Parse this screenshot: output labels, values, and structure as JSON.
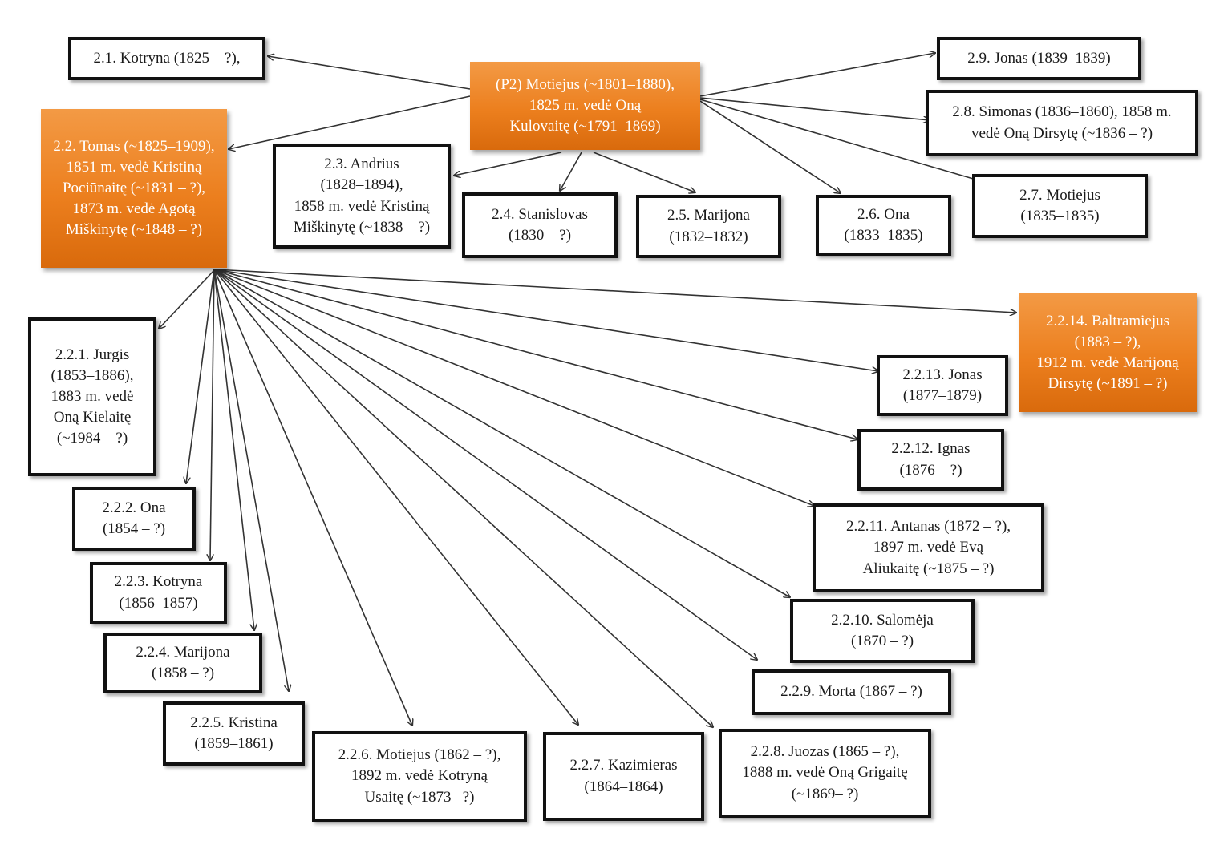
{
  "colors": {
    "highlight": "#ec7f1e",
    "box_border": "#111111",
    "arrow": "#333333"
  },
  "nodes": {
    "p2": {
      "lines": [
        "(P2) Motiejus (~1801–1880),",
        "1825 m. vedė Oną",
        "Kulovaitę (~1791–1869)"
      ]
    },
    "n21": {
      "lines": [
        "2.1. Kotryna (1825 – ?),"
      ]
    },
    "n22": {
      "lines": [
        "2.2. Tomas (~1825–1909),",
        "1851 m. vedė Kristiną",
        "Pociūnaitę (~1831 – ?),",
        "1873 m. vedė Agotą",
        "Miškinytę (~1848 – ?)"
      ]
    },
    "n23": {
      "lines": [
        "2.3. Andrius",
        "(1828–1894),",
        "1858 m. vedė Kristiną",
        "Miškinytę (~1838 – ?)"
      ]
    },
    "n24": {
      "lines": [
        "2.4. Stanislovas",
        "(1830 – ?)"
      ]
    },
    "n25": {
      "lines": [
        "2.5. Marijona",
        "(1832–1832)"
      ]
    },
    "n26": {
      "lines": [
        "2.6. Ona",
        "(1833–1835)"
      ]
    },
    "n27": {
      "lines": [
        "2.7. Motiejus",
        "(1835–1835)"
      ]
    },
    "n28": {
      "lines": [
        "2.8. Simonas (1836–1860), 1858 m.",
        "vedė Oną Dirsytę (~1836 – ?)"
      ]
    },
    "n29": {
      "lines": [
        "2.9. Jonas (1839–1839)"
      ]
    },
    "n221": {
      "lines": [
        "2.2.1. Jurgis",
        "(1853–1886),",
        "1883 m. vedė",
        "Oną Kielaitę",
        "(~1984 – ?)"
      ]
    },
    "n222": {
      "lines": [
        "2.2.2. Ona",
        "(1854 – ?)"
      ]
    },
    "n223": {
      "lines": [
        "2.2.3. Kotryna",
        "(1856–1857)"
      ]
    },
    "n224": {
      "lines": [
        "2.2.4. Marijona",
        "(1858 – ?)"
      ]
    },
    "n225": {
      "lines": [
        "2.2.5. Kristina",
        "(1859–1861)"
      ]
    },
    "n226": {
      "lines": [
        "2.2.6. Motiejus (1862 – ?),",
        "1892 m. vedė Kotryną",
        "Ūsaitę (~1873– ?)"
      ]
    },
    "n227": {
      "lines": [
        "2.2.7. Kazimieras",
        "(1864–1864)"
      ]
    },
    "n228": {
      "lines": [
        "2.2.8. Juozas (1865 – ?),",
        "1888 m. vedė Oną Grigaitę",
        "(~1869– ?)"
      ]
    },
    "n229": {
      "lines": [
        "2.2.9. Morta (1867 – ?)"
      ]
    },
    "n2210": {
      "lines": [
        "2.2.10. Salomėja",
        "(1870 – ?)"
      ]
    },
    "n2211": {
      "lines": [
        "2.2.11. Antanas (1872 – ?),",
        "1897 m. vedė Evą",
        "Aliukaitę (~1875 – ?)"
      ]
    },
    "n2212": {
      "lines": [
        "2.2.12. Ignas",
        "(1876 – ?)"
      ]
    },
    "n2213": {
      "lines": [
        "2.2.13. Jonas",
        "(1877–1879)"
      ]
    },
    "n2214": {
      "lines": [
        "2.2.14. Baltramiejus",
        "(1883 – ?),",
        "1912 m. vedė Marijoną",
        "Dirsytę (~1891 – ?)"
      ]
    }
  }
}
